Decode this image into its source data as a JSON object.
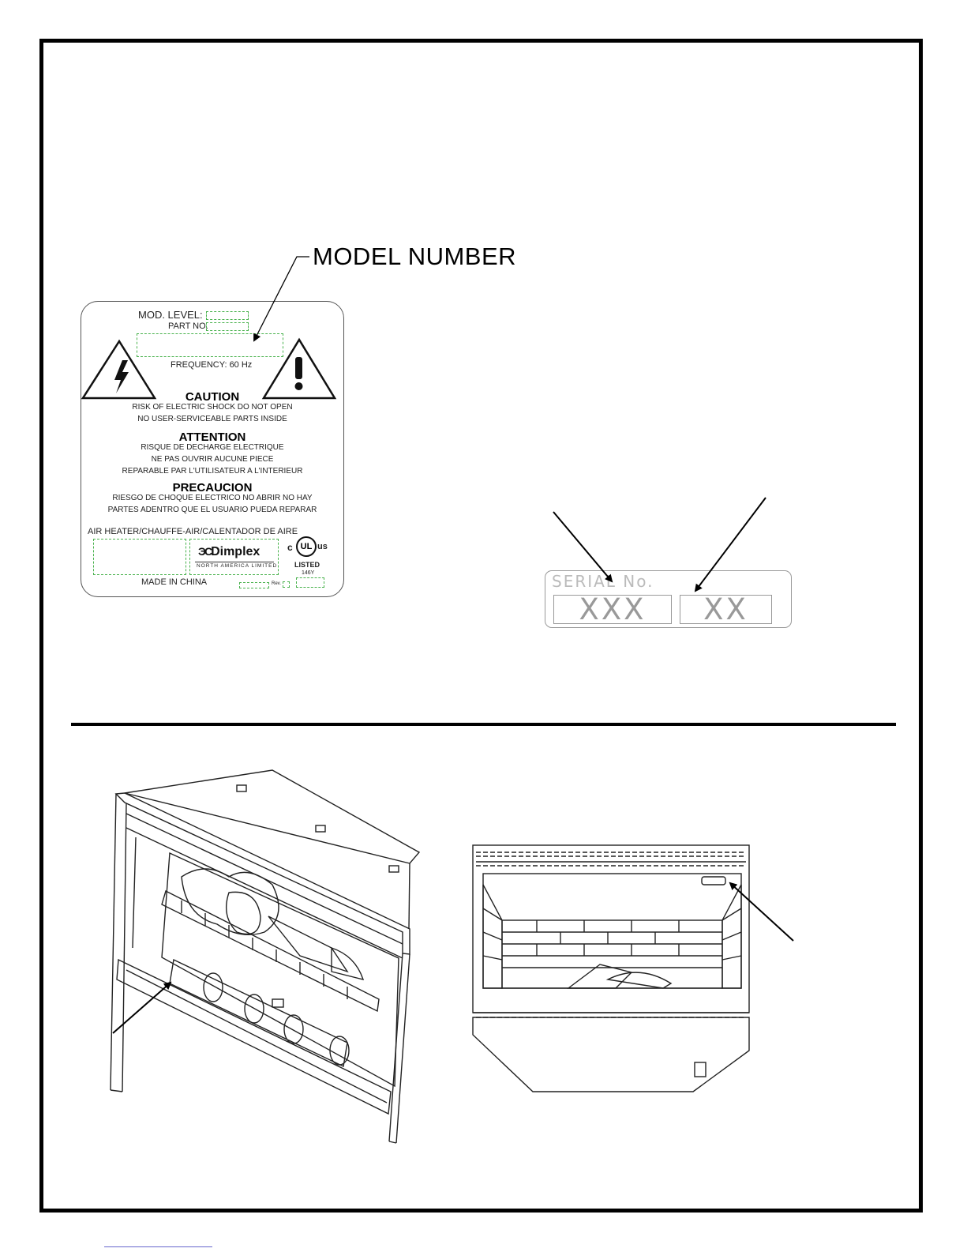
{
  "model_callout": "MODEL NUMBER",
  "rating_label": {
    "mod_level": "MOD. LEVEL:",
    "part_no": "PART NO.",
    "frequency": "FREQUENCY: 60 Hz",
    "caution_title": "CAUTION",
    "caution_lines": [
      "RISK OF ELECTRIC SHOCK DO NOT OPEN",
      "NO USER-SERVICEABLE PARTS INSIDE"
    ],
    "attention_title": "ATTENTION",
    "attention_lines": [
      "RISQUE DE DECHARGE ELECTRIQUE",
      "NE PAS OUVRIR AUCUNE PIECE",
      "REPARABLE PAR L'UTILISATEUR A L'INTERIEUR"
    ],
    "precaucion_title": "PRECAUCION",
    "precaucion_lines": [
      "RIESGO DE CHOQUE ELECTRICO NO ABRIR NO HAY",
      "PARTES ADENTRO QUE EL USUARIO PUEDA REPARAR"
    ],
    "air_heater": "AIR HEATER/CHAUFFE-AIR/CALENTADOR DE AIRE",
    "brand": "Dimplex",
    "brand_sub": "NORTH AMERICA LIMITED",
    "ul_c": "c",
    "ul_mark": "UL",
    "ul_us": "us",
    "ul_listed": "LISTED",
    "ul_code": "146Y",
    "made_in": "MADE IN CHINA",
    "rev": "Rev."
  },
  "serial_label": {
    "caption": "SERIAL  No.",
    "box1": "XXX",
    "box2": "XX"
  },
  "colors": {
    "dashed_field": "#49b24d",
    "label_border": "#555555"
  }
}
